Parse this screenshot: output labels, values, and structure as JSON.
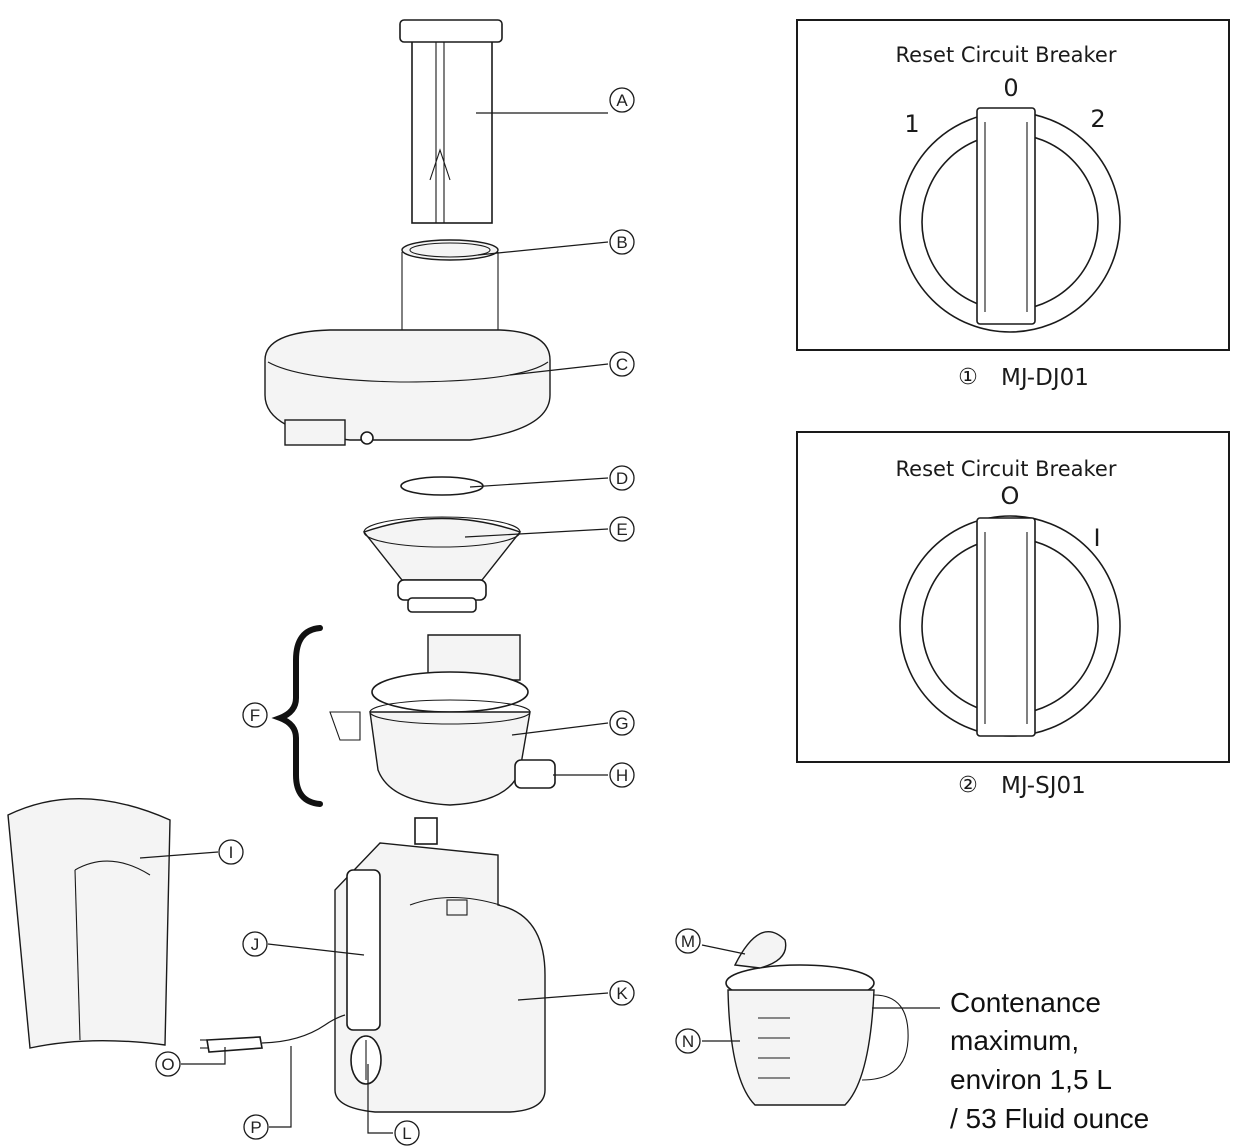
{
  "callouts": {
    "A": "A",
    "B": "B",
    "C": "C",
    "D": "D",
    "E": "E",
    "F": "F",
    "G": "G",
    "H": "H",
    "I": "I",
    "J": "J",
    "K": "K",
    "L": "L",
    "M": "M",
    "N": "N",
    "O": "O",
    "P": "P"
  },
  "panel1": {
    "title": "Reset Circuit Breaker",
    "dial_labels": [
      "0",
      "1",
      "2"
    ],
    "index": "①",
    "model": "MJ-DJ01"
  },
  "panel2": {
    "title": "Reset Circuit Breaker",
    "dial_labels": [
      "O",
      "I"
    ],
    "index": "②",
    "model": "MJ-SJ01"
  },
  "capacity_note": {
    "lines": [
      "Contenance",
      "maximum,",
      "environ 1,5 L",
      "/ 53 Fluid ounce"
    ]
  }
}
